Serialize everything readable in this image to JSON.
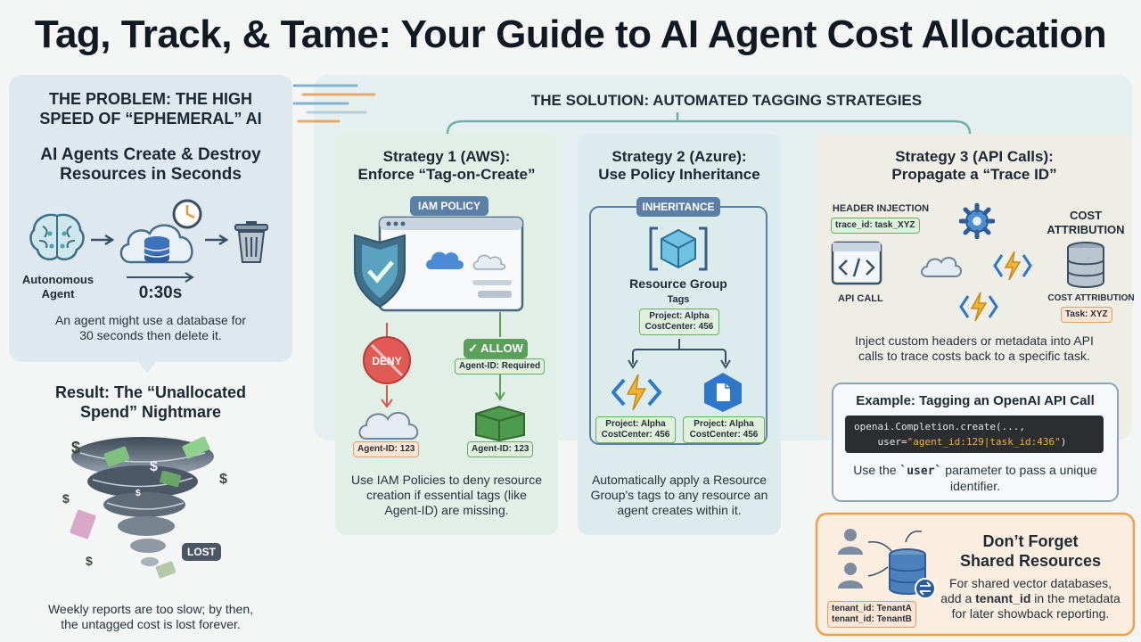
{
  "title": "Tag, Track, & Tame: Your Guide to AI Agent Cost Allocation",
  "problem": {
    "heading": "THE PROBLEM: THE HIGH SPEED OF “EPHEMERAL” AI",
    "heading_l1": "THE PROBLEM: THE HIGH",
    "heading_l2": "SPEED OF “EPHEMERAL” AI",
    "subheading_l1": "AI Agents Create & Destroy",
    "subheading_l2": "Resources in Seconds",
    "agent_label_l1": "Autonomous",
    "agent_label_l2": "Agent",
    "timer": "0:30s",
    "desc_l1": "An agent might use a database for",
    "desc_l2": "30 seconds then delete it."
  },
  "result": {
    "heading_l1": "Result: The “Unallocated",
    "heading_l2": "Spend” Nightmare",
    "lost_badge": "LOST",
    "desc_l1": "Weekly reports are too slow; by then,",
    "desc_l2": "the untagged cost is lost forever."
  },
  "solution": {
    "heading": "THE SOLUTION: AUTOMATED TAGGING STRATEGIES"
  },
  "strategy1": {
    "title_l1": "Strategy 1 (AWS):",
    "title_l2": "Enforce “Tag-on-Create”",
    "policy_badge": "IAM POLICY",
    "deny": "DENY",
    "allow": "✓ ALLOW",
    "required_tag": "Agent-ID: Required",
    "tag_left": "Agent-ID: 123",
    "tag_right": "Agent-ID: 123",
    "desc_l1": "Use IAM Policies to deny resource",
    "desc_l2": "creation if essential tags (like",
    "desc_l3": "Agent-ID) are missing."
  },
  "strategy2": {
    "title_l1": "Strategy 2 (Azure):",
    "title_l2": "Use Policy Inheritance",
    "badge": "INHERITANCE",
    "group_label": "Resource Group",
    "tags_label": "Tags",
    "group_tag_l1": "Project: Alpha",
    "group_tag_l2": "CostCenter: 456",
    "child_left_l1": "Project: Alpha",
    "child_left_l2": "CostCenter: 456",
    "child_right_l1": "Project: Alpha",
    "child_right_l2": "CostCenter: 456",
    "desc_l1": "Automatically apply a Resource",
    "desc_l2": "Group's tags to any resource an",
    "desc_l3": "agent creates within it."
  },
  "strategy3": {
    "title_l1": "Strategy 3 (API Calls):",
    "title_l2": "Propagate a “Trace ID”",
    "header_injection": "HEADER INJECTION",
    "trace_tag": "trace_id: task_XYZ",
    "cost_attr_top_l1": "COST",
    "cost_attr_top_l2": "ATTRIBUTION",
    "api_call": "API CALL",
    "cost_attr_bottom": "COST ATTRIBUTION",
    "task_tag": "Task: XYZ",
    "desc_l1": "Inject custom headers or metadata into API",
    "desc_l2": "calls to trace costs back to a specific task."
  },
  "example": {
    "heading": "Example: Tagging an OpenAI API Call",
    "code_l1": "openai.Completion.create(...,",
    "code_l2_a": "    user=",
    "code_l2_b": "\"agent_id:129|task_id:436\"",
    "code_l2_c": ")",
    "desc_l1_a": "Use the ",
    "desc_l1_b": "`user`",
    "desc_l1_c": " parameter to pass a unique",
    "desc_l2": "identifier."
  },
  "shared": {
    "heading_l1": "Don’t Forget",
    "heading_l2": "Shared Resources",
    "desc_l1": "For shared vector databases,",
    "desc_l2_a": "add a ",
    "desc_l2_b": "tenant_id",
    "desc_l2_c": " in the metadata",
    "desc_l3": "for later showback reporting.",
    "tenant_a": "tenant_id: TenantA",
    "tenant_b": "tenant_id: TenantB"
  },
  "colors": {
    "problem_bg": "#dfe8ef",
    "solution_bg": "#e6eff0",
    "aws_green": "#5aa05a",
    "deny_red": "#d9534f",
    "azure_blue": "#2f77c9",
    "accent_orange": "#f0a04b",
    "code_bg": "#2b2d31"
  }
}
